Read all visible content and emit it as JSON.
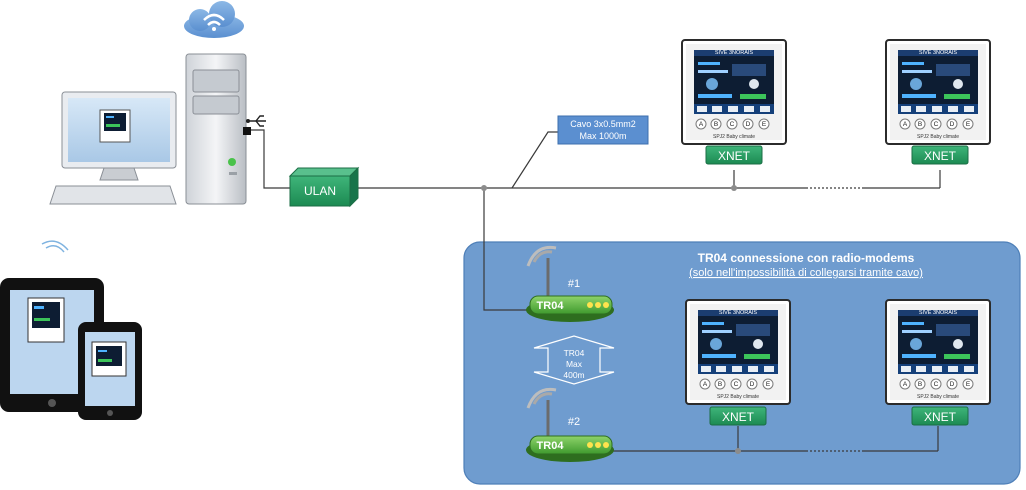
{
  "ulan": {
    "label": "ULAN"
  },
  "cable_note": {
    "line1": "Cavo 3x0.5mm2",
    "line2": "Max 1000m"
  },
  "xnet_label": "XNET",
  "tr04_label": "TR04",
  "radio_zone": {
    "title": "TR04 connessione con radio-modems",
    "subtitle": "(solo nell'impossibilità di collegarsi tramite cavo)"
  },
  "modem_1": {
    "index": "#1"
  },
  "modem_2": {
    "index": "#2"
  },
  "radio_link": {
    "line1": "TR04",
    "line2": "Max",
    "line3": "400m"
  },
  "controller": {
    "buttons": [
      "A",
      "B",
      "C",
      "D",
      "E"
    ],
    "footer": "SPJ2  Baby climate",
    "screen_title": "SIVE 3NORAIS"
  },
  "colors": {
    "green": "#1f9a5e",
    "zone_blue": "#6f9ccf",
    "cable_box": "#5b8fd0",
    "line": "#3a3a3a"
  }
}
